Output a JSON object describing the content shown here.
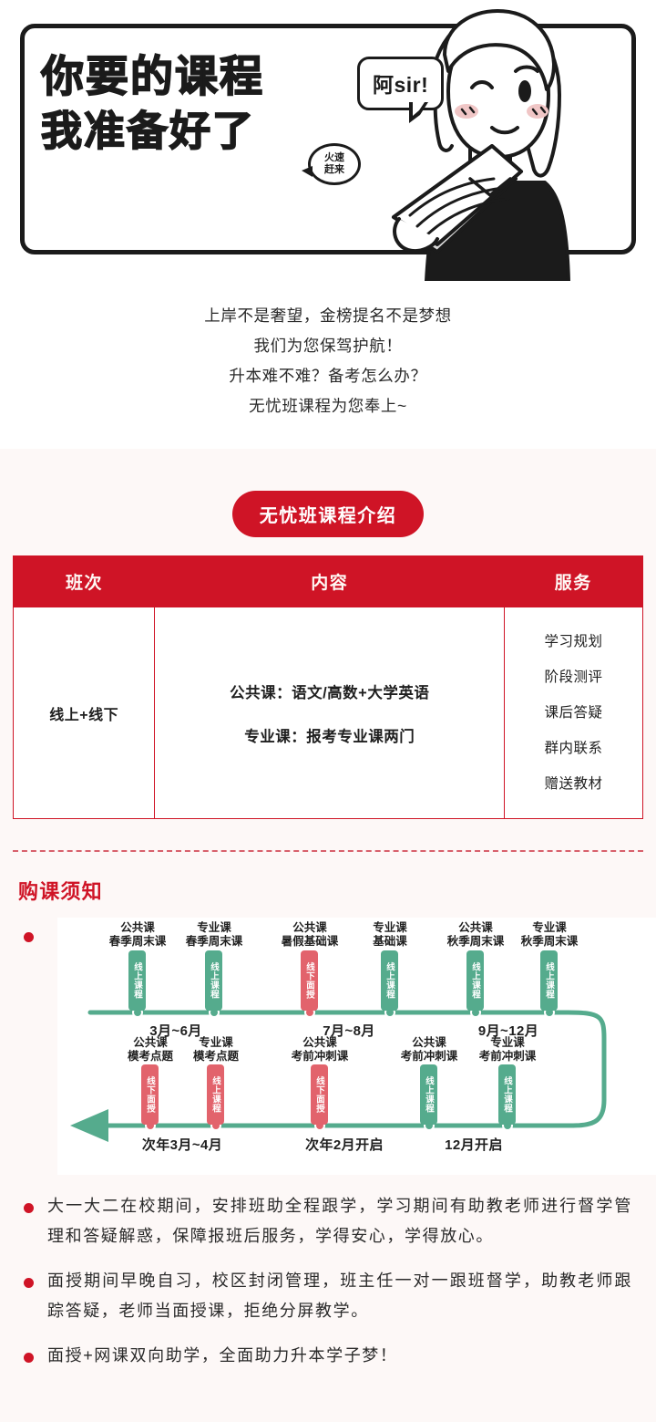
{
  "hero": {
    "title_line1": "你要的课程",
    "title_line2": "我准备好了",
    "bubble_speech": "阿sir!",
    "bubble_round_line1": "火速",
    "bubble_round_line2": "赶来"
  },
  "intro": {
    "lines": [
      "上岸不是奢望，金榜提名不是梦想",
      "我们为您保驾护航！",
      "升本难不难？备考怎么办？",
      "无忧班课程为您奉上~"
    ]
  },
  "section": {
    "badge_label": "无忧班课程介绍"
  },
  "table": {
    "headers": [
      "班次",
      "内容",
      "服务"
    ],
    "rows": [
      {
        "class_type": "线上+线下",
        "content": [
          "公共课：语文/高数+大学英语",
          "专业课：报考专业课两门"
        ],
        "services": [
          "学习规划",
          "阶段测评",
          "课后答疑",
          "群内联系",
          "赠送教材"
        ]
      }
    ]
  },
  "notice": {
    "heading": "购课须知",
    "timeline": {
      "row1": {
        "items": [
          {
            "line1": "公共课",
            "line2": "春季周末课",
            "badge": "线上课程",
            "badge_color": "green"
          },
          {
            "line1": "专业课",
            "line2": "春季周末课",
            "badge": "线上课程",
            "badge_color": "green"
          },
          {
            "line1": "公共课",
            "line2": "暑假基础课",
            "badge": "线下面授",
            "badge_color": "red"
          },
          {
            "line1": "专业课",
            "line2": "基础课",
            "badge": "线上课程",
            "badge_color": "green"
          },
          {
            "line1": "公共课",
            "line2": "秋季周末课",
            "badge": "线上课程",
            "badge_color": "green"
          },
          {
            "line1": "专业课",
            "line2": "秋季周末课",
            "badge": "线上课程",
            "badge_color": "green"
          }
        ],
        "periods": [
          "3月~6月",
          "7月~8月",
          "9月~12月"
        ]
      },
      "row2": {
        "items": [
          {
            "line1": "公共课",
            "line2": "模考点题",
            "badge": "线下面授",
            "badge_color": "red"
          },
          {
            "line1": "专业课",
            "line2": "模考点题",
            "badge": "线上课程",
            "badge_color": "red"
          },
          {
            "line1": "公共课",
            "line2": "考前冲刺课",
            "badge": "线下面授",
            "badge_color": "red"
          },
          {
            "line1": "公共课",
            "line2": "考前冲刺课",
            "badge": "线上课程",
            "badge_color": "green"
          },
          {
            "line1": "专业课",
            "line2": "考前冲刺课",
            "badge": "线上课程",
            "badge_color": "green"
          }
        ],
        "periods": [
          "次年3月~4月",
          "次年2月开启",
          "12月开启"
        ]
      }
    },
    "bullets": [
      "大一大二在校期间，安排班助全程跟学，学习期间有助教老师进行督学管理和答疑解惑，保障报班后服务，学得安心，学得放心。",
      "面授期间早晚自习，校区封闭管理，班主任一对一跟班督学，助教老师跟踪答疑，老师当面授课，拒绝分屏教学。",
      "面授+网课双向助学，全面助力升本学子梦！"
    ]
  },
  "colors": {
    "brand_red": "#cf1426",
    "accent_green": "#55ab8d",
    "badge_red": "#e2636c",
    "page_bg": "#fdf8f7",
    "ink": "#1b1b1b"
  }
}
